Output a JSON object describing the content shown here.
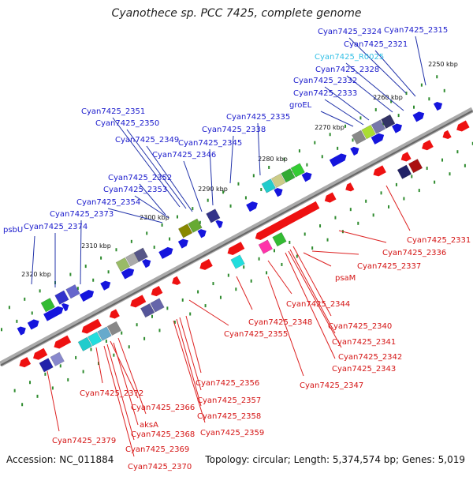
{
  "title": "Cyanothece sp. PCC 7425, complete genome",
  "footer": {
    "accession": "Accession: NC_011884",
    "topology": "Topology: circular; Length: 5,374,574 bp; Genes: 5,019"
  },
  "kbp_labels": [
    "2250 kbp",
    "2260 kbp",
    "2270 kbp",
    "2280 kbp",
    "2290 kbp",
    "2300 kbp",
    "2310 kbp",
    "2320 kbp"
  ],
  "labels_forward": [
    "Cyan7425_2315",
    "Cyan7425_2324",
    "Cyan7425_2321",
    "Cyan7425_R0025",
    "Cyan7425_2328",
    "Cyan7425_2332",
    "Cyan7425_2333",
    "groEL",
    "Cyan7425_2335",
    "Cyan7425_2338",
    "Cyan7425_2351",
    "Cyan7425_2350",
    "Cyan7425_2349",
    "Cyan7425_2345",
    "Cyan7425_2346",
    "Cyan7425_2352",
    "Cyan7425_2353",
    "Cyan7425_2354",
    "Cyan7425_2373",
    "Cyan7425_2374",
    "psbU"
  ],
  "labels_reverse": [
    "Cyan7425_2331",
    "Cyan7425_2336",
    "Cyan7425_2337",
    "psaM",
    "Cyan7425_2344",
    "Cyan7425_2348",
    "Cyan7425_2340",
    "Cyan7425_2355",
    "Cyan7425_2341",
    "Cyan7425_2342",
    "Cyan7425_2343",
    "Cyan7425_2347",
    "Cyan7425_2356",
    "Cyan7425_2357",
    "Cyan7425_2358",
    "Cyan7425_2359",
    "Cyan7425_2372",
    "Cyan7425_2366",
    "aksA",
    "Cyan7425_2368",
    "Cyan7425_2379",
    "Cyan7425_2369",
    "Cyan7425_2370"
  ],
  "colors": {
    "forward_label": "#1a1acc",
    "reverse_label": "#d41414",
    "rna_label": "#33c0e6",
    "forward_gene": "#1515dd",
    "reverse_gene": "#ee1111",
    "backbone": "#888888",
    "tick": "#2e8b2e"
  }
}
